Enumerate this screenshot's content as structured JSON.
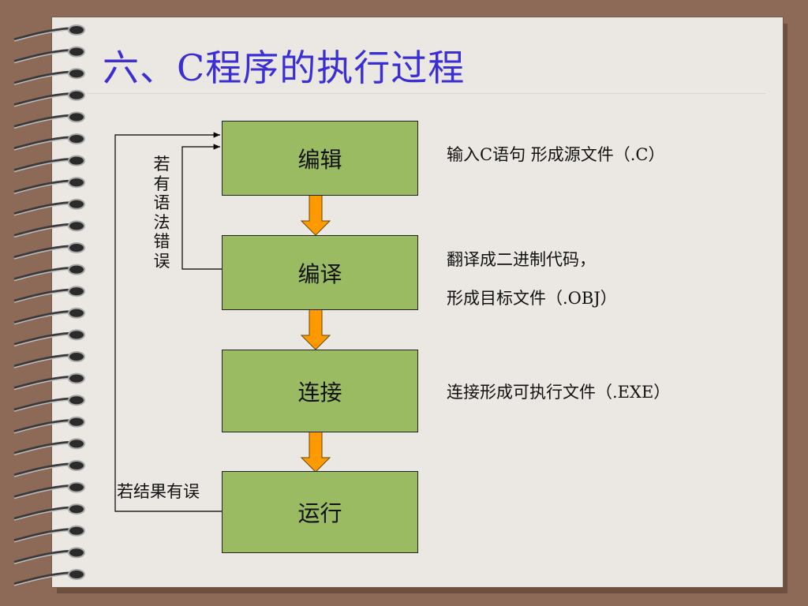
{
  "title": "六、C程序的执行过程",
  "steps": [
    {
      "label": "编辑"
    },
    {
      "label": "编译"
    },
    {
      "label": "连接"
    },
    {
      "label": "运行"
    }
  ],
  "notes": {
    "edit": "输入C语句  形成源文件（.C）",
    "compile_line1": "翻译成二进制代码，",
    "compile_line2": "形成目标文件（.OBJ）",
    "link": "连接形成可执行文件（.EXE）"
  },
  "loops": {
    "syntax_error": "若有语法错误",
    "result_error": "若结果有误"
  },
  "colors": {
    "title": "#3b2fd4",
    "box_fill": "#9bbb63",
    "arrow_fill": "#ff9900",
    "paper": "#ebe7e2",
    "background": "#8c6a57"
  }
}
